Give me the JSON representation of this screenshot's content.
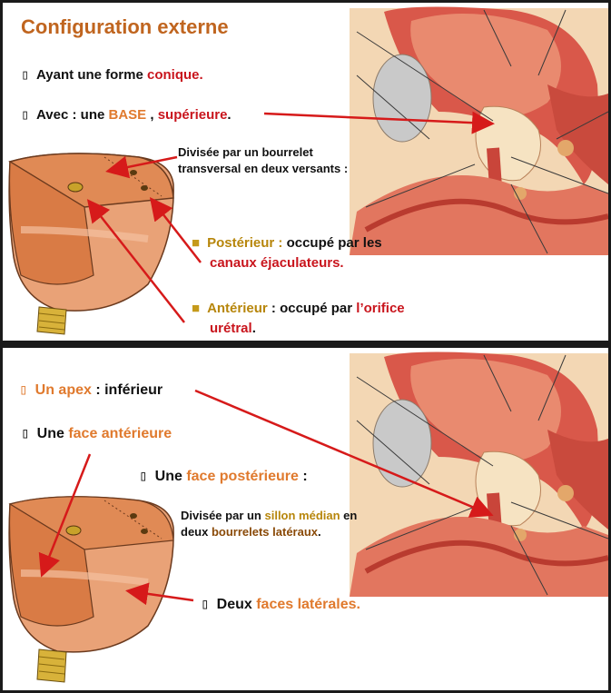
{
  "slide1": {
    "title": "Configuration externe",
    "bullet": "▯",
    "line1": {
      "text": "Ayant une forme ",
      "highlight": "conique."
    },
    "line2": {
      "prefix": "Avec : ",
      "mid": " une ",
      "base": "BASE",
      "sep": " , ",
      "highlight": "supérieure",
      "end": "."
    },
    "note": {
      "line1": "Divisée par un bourrelet",
      "line2": "transversal en deux versants :"
    },
    "posterior": {
      "label": "Postérieur :",
      "text": " occupé par les",
      "line2": "canaux  éjaculateurs."
    },
    "anterior": {
      "label": "Antérieur",
      "text": " : occupé par ",
      "highlight": "l’orifice",
      "line2": "urétral",
      "line2_end": "."
    }
  },
  "slide2": {
    "bullet": "▯",
    "apex": {
      "label": "Un apex",
      "text": " : inférieur"
    },
    "face_ant": {
      "prefix": "Une ",
      "highlight": "face antérieure"
    },
    "face_post": {
      "prefix": "Une ",
      "highlight": "face postérieure",
      "end": " :"
    },
    "note": {
      "prefix": "Divisée par un ",
      "highlight1": "sillon médian",
      "mid": " en",
      "line2_prefix": "deux ",
      "highlight2": "bourrelets latéraux",
      "line2_end": "."
    },
    "lateral": {
      "prefix": "Deux ",
      "highlight": "faces latérales."
    }
  },
  "colors": {
    "title": "#c0651f",
    "red": "#c9151d",
    "gold": "#b7860b",
    "orange": "#e07a2e",
    "arrow": "#d61a1a"
  }
}
